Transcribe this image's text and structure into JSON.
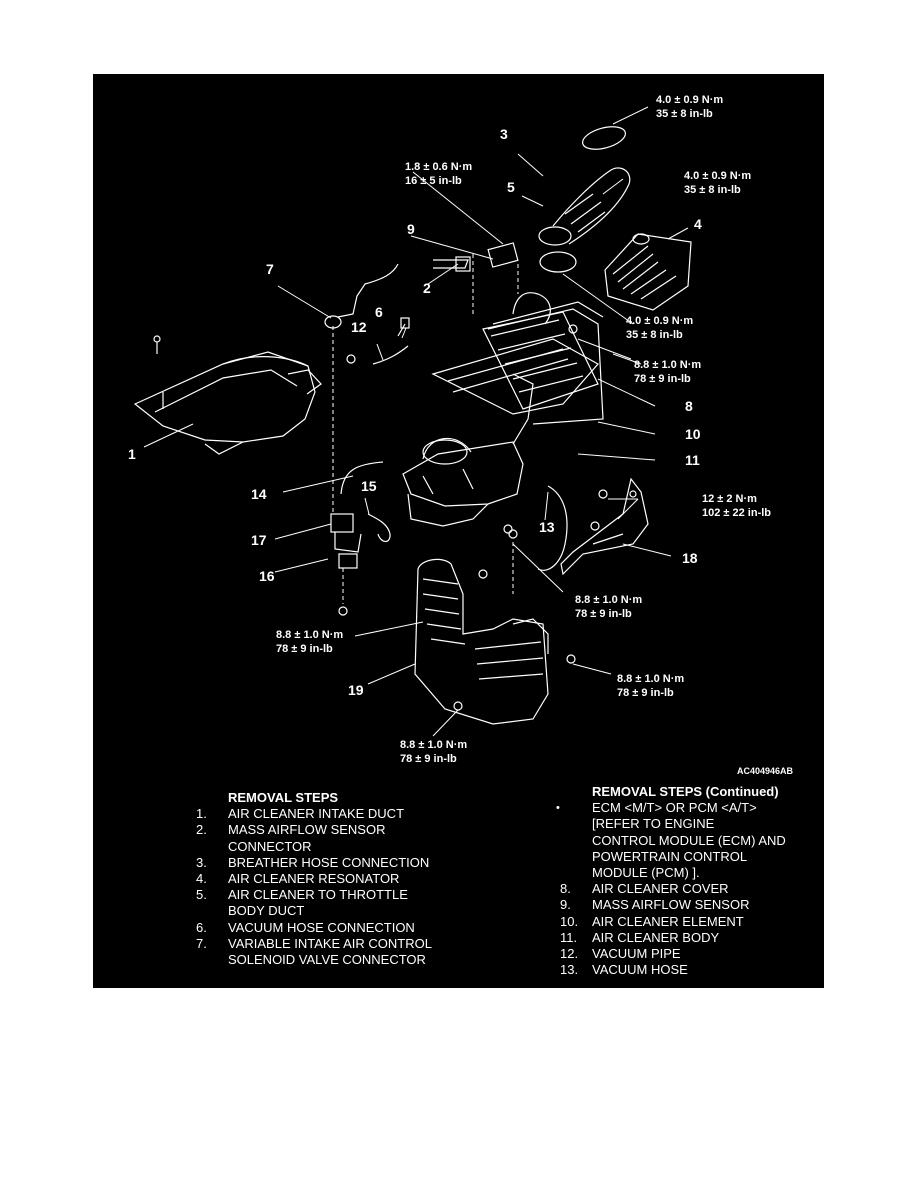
{
  "figure_code": "AC404946AB",
  "callouts": [
    "1",
    "2",
    "3",
    "4",
    "5",
    "6",
    "7",
    "8",
    "9",
    "10",
    "11",
    "12",
    "13",
    "14",
    "15",
    "16",
    "17",
    "18",
    "19"
  ],
  "torque_specs": [
    {
      "nm": "4.0 ± 0.9  N·m",
      "inlb": "35 ± 8 in-lb"
    },
    {
      "nm": "1.8 ± 0.6  N·m",
      "inlb": "16 ± 5 in-lb"
    },
    {
      "nm": "4.0 ± 0.9  N·m",
      "inlb": "35 ± 8 in-lb"
    },
    {
      "nm": "4.0 ± 0.9  N·m",
      "inlb": "35 ± 8 in-lb"
    },
    {
      "nm": "8.8 ± 1.0  N·m",
      "inlb": "78 ± 9 in-lb"
    },
    {
      "nm": "12 ± 2  N·m",
      "inlb": "102 ± 22 in-lb"
    },
    {
      "nm": "8.8 ± 1.0  N·m",
      "inlb": "78 ± 9 in-lb"
    },
    {
      "nm": "8.8 ± 1.0  N·m",
      "inlb": "78 ± 9 in-lb"
    },
    {
      "nm": "8.8 ± 1.0  N·m",
      "inlb": "78 ± 9 in-lb"
    },
    {
      "nm": "8.8 ± 1.0  N·m",
      "inlb": "78 ± 9 in-lb"
    }
  ],
  "removal_steps": {
    "title": "REMOVAL STEPS",
    "items": [
      {
        "n": "1.",
        "lines": [
          "AIR CLEANER INTAKE DUCT"
        ]
      },
      {
        "n": "2.",
        "lines": [
          "MASS AIRFLOW SENSOR",
          "CONNECTOR"
        ]
      },
      {
        "n": "3.",
        "lines": [
          "BREATHER HOSE CONNECTION"
        ]
      },
      {
        "n": "4.",
        "lines": [
          "AIR CLEANER RESONATOR"
        ]
      },
      {
        "n": "5.",
        "lines": [
          "AIR CLEANER TO THROTTLE",
          "BODY DUCT"
        ]
      },
      {
        "n": "6.",
        "lines": [
          "VACUUM HOSE CONNECTION"
        ]
      },
      {
        "n": "7.",
        "lines": [
          "VARIABLE INTAKE AIR CONTROL",
          "SOLENOID VALVE CONNECTOR"
        ]
      }
    ]
  },
  "removal_steps_continued": {
    "title": "REMOVAL STEPS (Continued)",
    "items": [
      {
        "n": "•",
        "lines": [
          "ECM <M/T> OR PCM <A/T>",
          "[REFER TO  ENGINE",
          "CONTROL MODULE (ECM) AND",
          "POWERTRAIN CONTROL",
          "MODULE (PCM) ]."
        ]
      },
      {
        "n": "8.",
        "lines": [
          "AIR CLEANER COVER"
        ]
      },
      {
        "n": "9.",
        "lines": [
          "MASS AIRFLOW SENSOR"
        ]
      },
      {
        "n": "10.",
        "lines": [
          "AIR CLEANER ELEMENT"
        ]
      },
      {
        "n": "11.",
        "lines": [
          "AIR CLEANER BODY"
        ]
      },
      {
        "n": "12.",
        "lines": [
          "VACUUM PIPE"
        ]
      },
      {
        "n": "13.",
        "lines": [
          "VACUUM HOSE"
        ]
      }
    ]
  }
}
